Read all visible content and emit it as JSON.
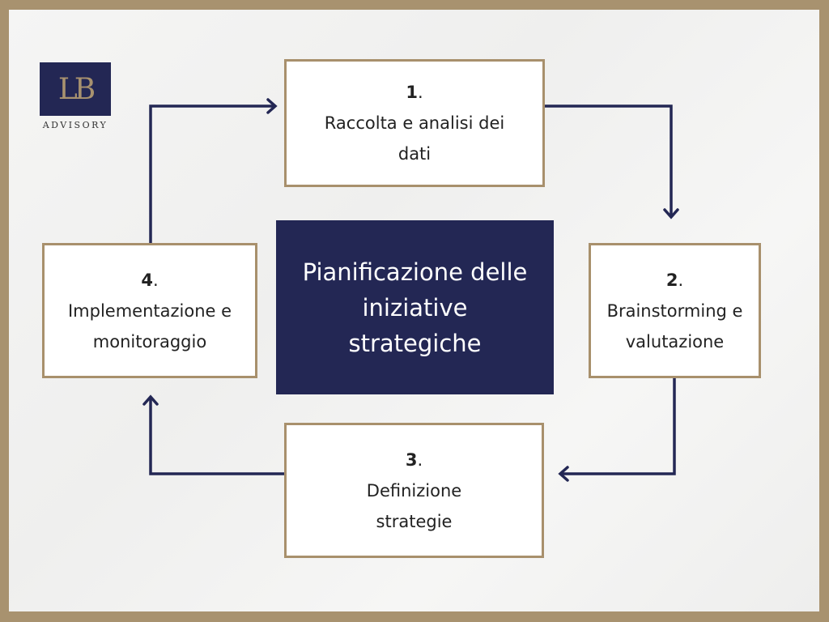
{
  "logo": {
    "mark": "LB",
    "subtitle": "ADVISORY"
  },
  "center": {
    "title": "Pianificazione delle iniziative strategiche"
  },
  "steps": [
    {
      "number": "1",
      "label": "Raccolta e analisi dei dati"
    },
    {
      "number": "2",
      "label": "Brainstorming e valutazione"
    },
    {
      "number": "3",
      "label": "Definizione strategie"
    },
    {
      "number": "4",
      "label": "Implementazione e monitoraggio"
    }
  ],
  "colors": {
    "navy": "#232754",
    "gold": "#a8906c"
  }
}
